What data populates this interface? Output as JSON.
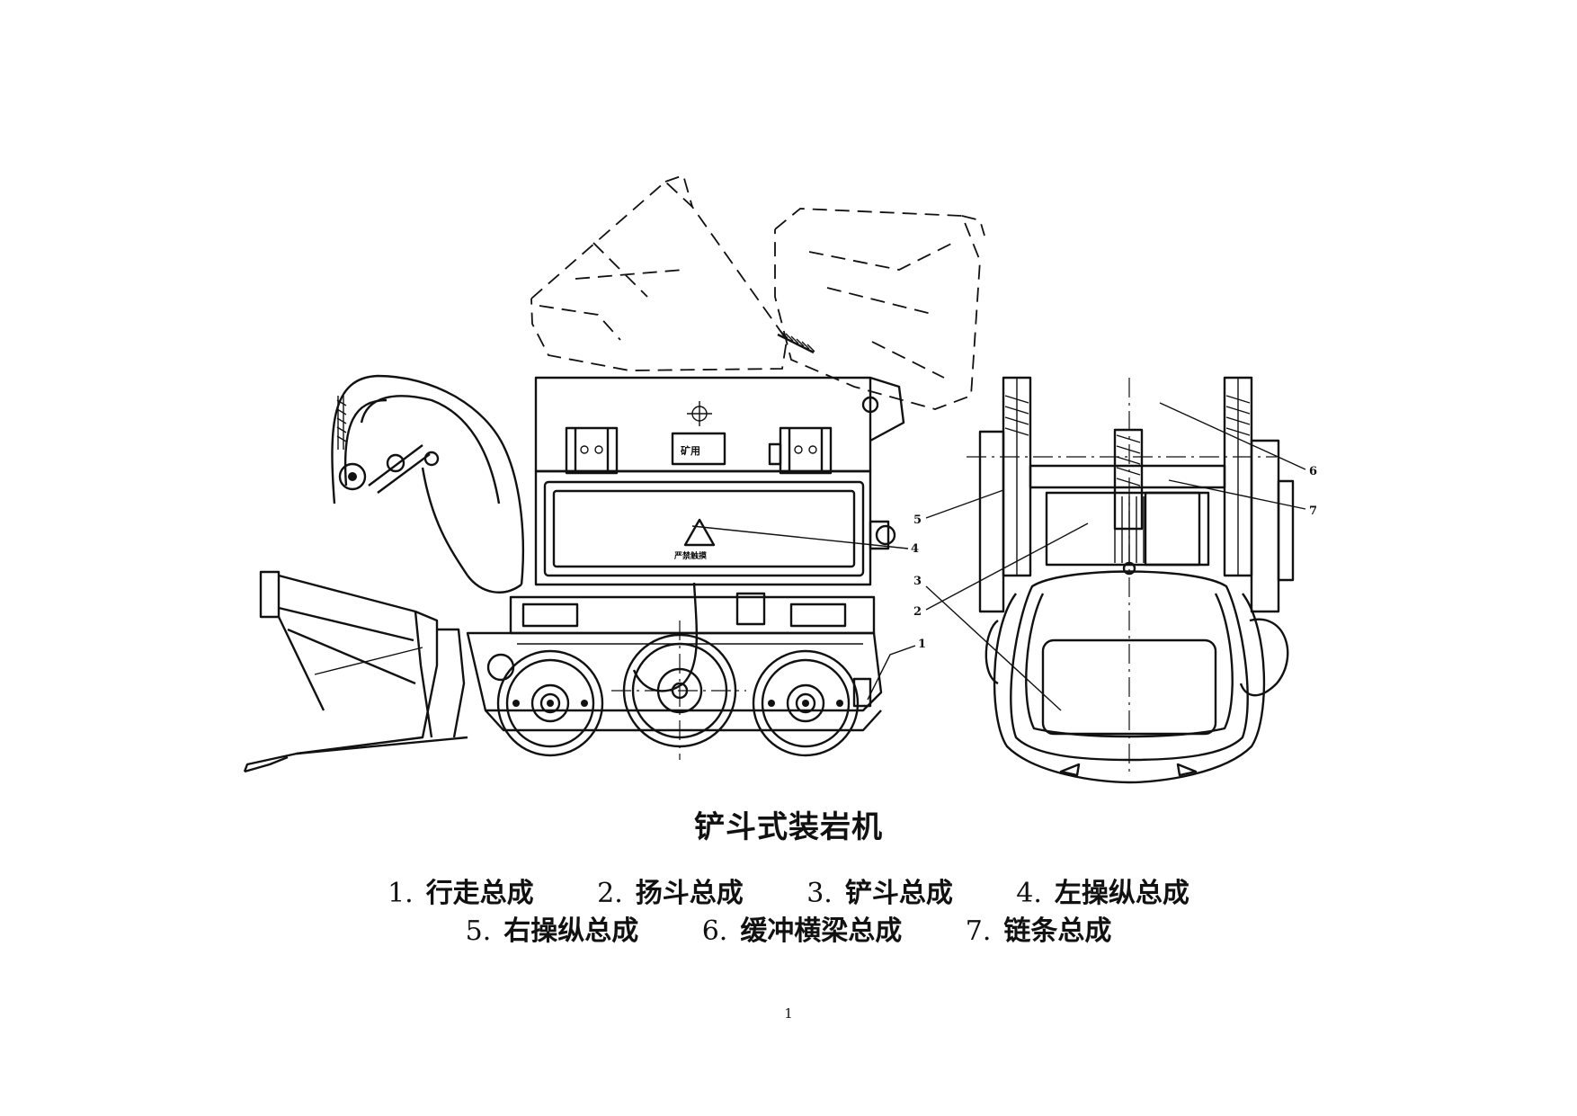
{
  "figure": {
    "title": "铲斗式装岩机",
    "panel_labels": {
      "center": "矿用",
      "warning": "严禁触摸"
    },
    "callouts": [
      "1",
      "2",
      "3",
      "4",
      "5",
      "6",
      "7"
    ]
  },
  "legend": {
    "row1": [
      {
        "num": "1.",
        "label": "行走总成"
      },
      {
        "num": "2.",
        "label": "扬斗总成"
      },
      {
        "num": "3.",
        "label": "铲斗总成"
      },
      {
        "num": "4.",
        "label": "左操纵总成"
      }
    ],
    "row2": [
      {
        "num": "5.",
        "label": "右操纵总成"
      },
      {
        "num": "6.",
        "label": "缓冲横梁总成"
      },
      {
        "num": "7.",
        "label": "链条总成"
      }
    ]
  },
  "page_number": "1"
}
